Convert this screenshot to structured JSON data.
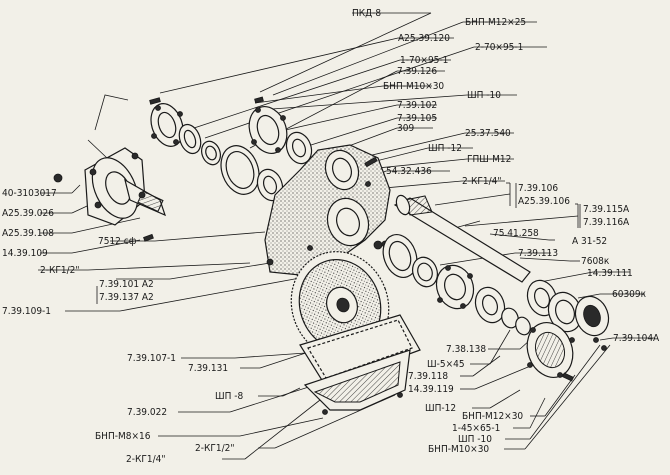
{
  "labels": {
    "pkd8": "ПКД-8",
    "bnp_m12x25": "БНП-М12×25",
    "a25_39_120": "А25.39.120",
    "r2_70x95_1": "2-70×95-1",
    "r1_70x95_1": "1-70×95-1",
    "p7_39_126": "7.39.126",
    "bnp_m10x30_top": "БНП-М10×30",
    "shp10_top": "ШП -10",
    "p7_39_102": "7.39.102",
    "p7_39_105": "7.39.105",
    "p309": "309",
    "p25_37_540": "25.37.540",
    "shp12": "ШП -12",
    "gpsh_m12": "ГПШ-М12",
    "p54_32_436": "54.32.436",
    "kg1_4_top": "2-КГ1/4\"",
    "p40_3103017": "40-3103017",
    "a25_39_026": "А25.39.026",
    "a25_39_108": "А25.39.108",
    "p14_39_109": "14.39.109",
    "p7_39_106": "7.39.106",
    "a25_39_106": "А25.39.106",
    "p7_39_115a": "7.39.115А",
    "p7_39_116a": "7.39.116А",
    "p75_41_258": "75.41.258",
    "a31_52": "А 31-52",
    "p7_39_113": "7.39.113",
    "p7512sf": "7512 сф",
    "p7608k": "7608к",
    "p14_39_111": "14.39.111",
    "kg1_2_left": "2-КГ1/2\"",
    "p7_39_101a2": "7.39.101 А2",
    "p7_39_137a2": "7.39.137 А2",
    "p60309k": "60309к",
    "p7_39_109_1": "7.39.109-1",
    "p7_39_104a": "7.39.104А",
    "sh5x45": "Ш-5×45",
    "p7_38_138": "7.38.138",
    "p7_39_107_1": "7.39.107-1",
    "p7_39_131": "7.39.131",
    "p7_39_118": "7.39.118",
    "p14_39_119": "14.39.119",
    "p7_39_022": "7.39.022",
    "shp8": "ШП -8",
    "shp12b": "ШП-12",
    "bnp_m12x30": "БНП-М12×30",
    "bnp_m8x16": "БНП-М8×16",
    "kg1_2_bottom": "2-КГ1/2\"",
    "r1_45x65_1": "1-45×65-1",
    "shp10_bottom": "ШП -10",
    "kg1_4_bottom": "2-КГ1/4\"",
    "bnp_m10x30_bottom": "БНП-М10×30"
  }
}
